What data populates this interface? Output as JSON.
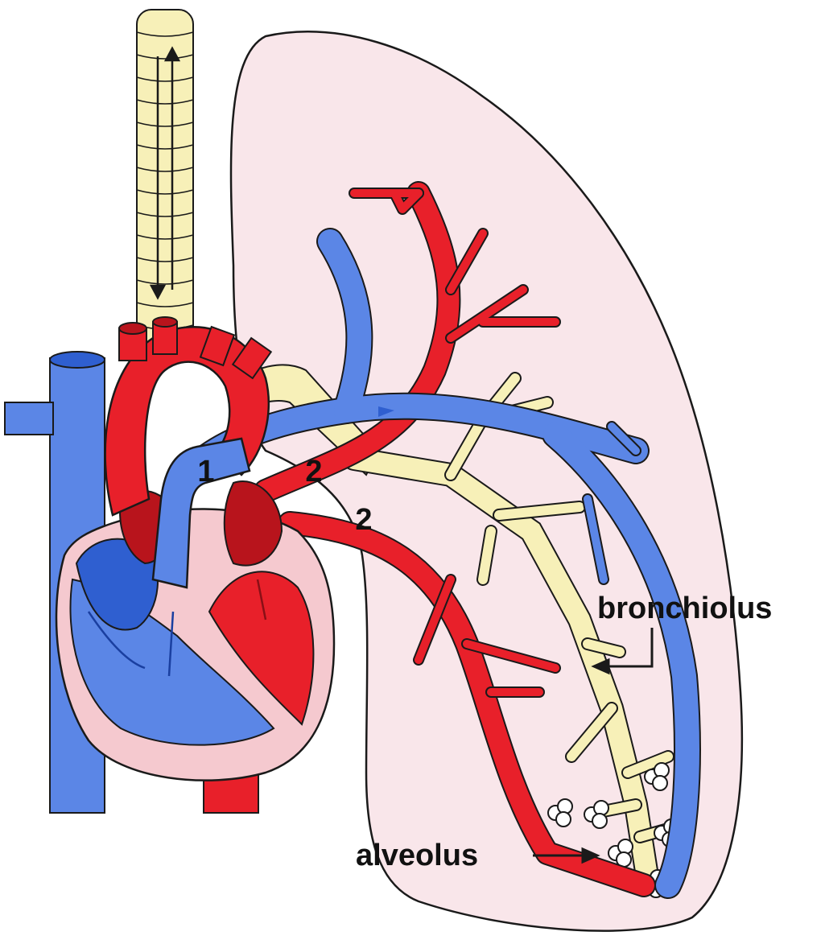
{
  "labels": {
    "marker_1": "1",
    "marker_2a": "2",
    "marker_2b": "2",
    "bronchiolus": "bronchiolus",
    "alveolus": "alveolus"
  },
  "colors": {
    "artery_red": "#e8202a",
    "dark_red": "#b8141c",
    "vein_blue": "#5b86e6",
    "deep_blue": "#2f5fd0",
    "airway_yellow": "#f7f0b8",
    "lung_pink": "#f9e6ea",
    "heart_pink": "#f5c9cf",
    "outline": "#1a1a1a"
  }
}
